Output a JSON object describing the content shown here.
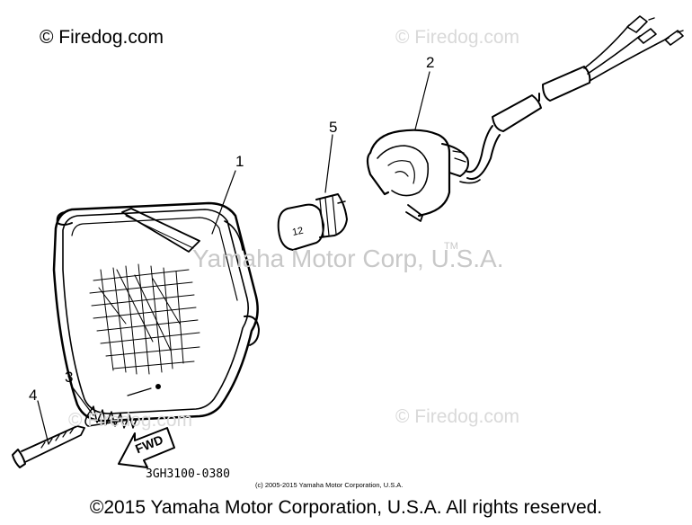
{
  "watermarks": {
    "top_left": "© Firedog.com",
    "top_right": "© Firedog.com",
    "mid_left": "© Firedog.com",
    "mid_right": "© Firedog.com",
    "center": "Yamaha Motor Corp, U.S.A.",
    "trademark": "TM"
  },
  "callouts": [
    "1",
    "2",
    "3",
    "4",
    "5"
  ],
  "arrow_label": "FWD",
  "part_code": "3GH3100-0380",
  "small_copyright": "(c) 2005-2015 Yamaha Motor Corporation, U.S.A.",
  "footer": "©2015 Yamaha Motor Corporation, U.S.A. All rights reserved."
}
